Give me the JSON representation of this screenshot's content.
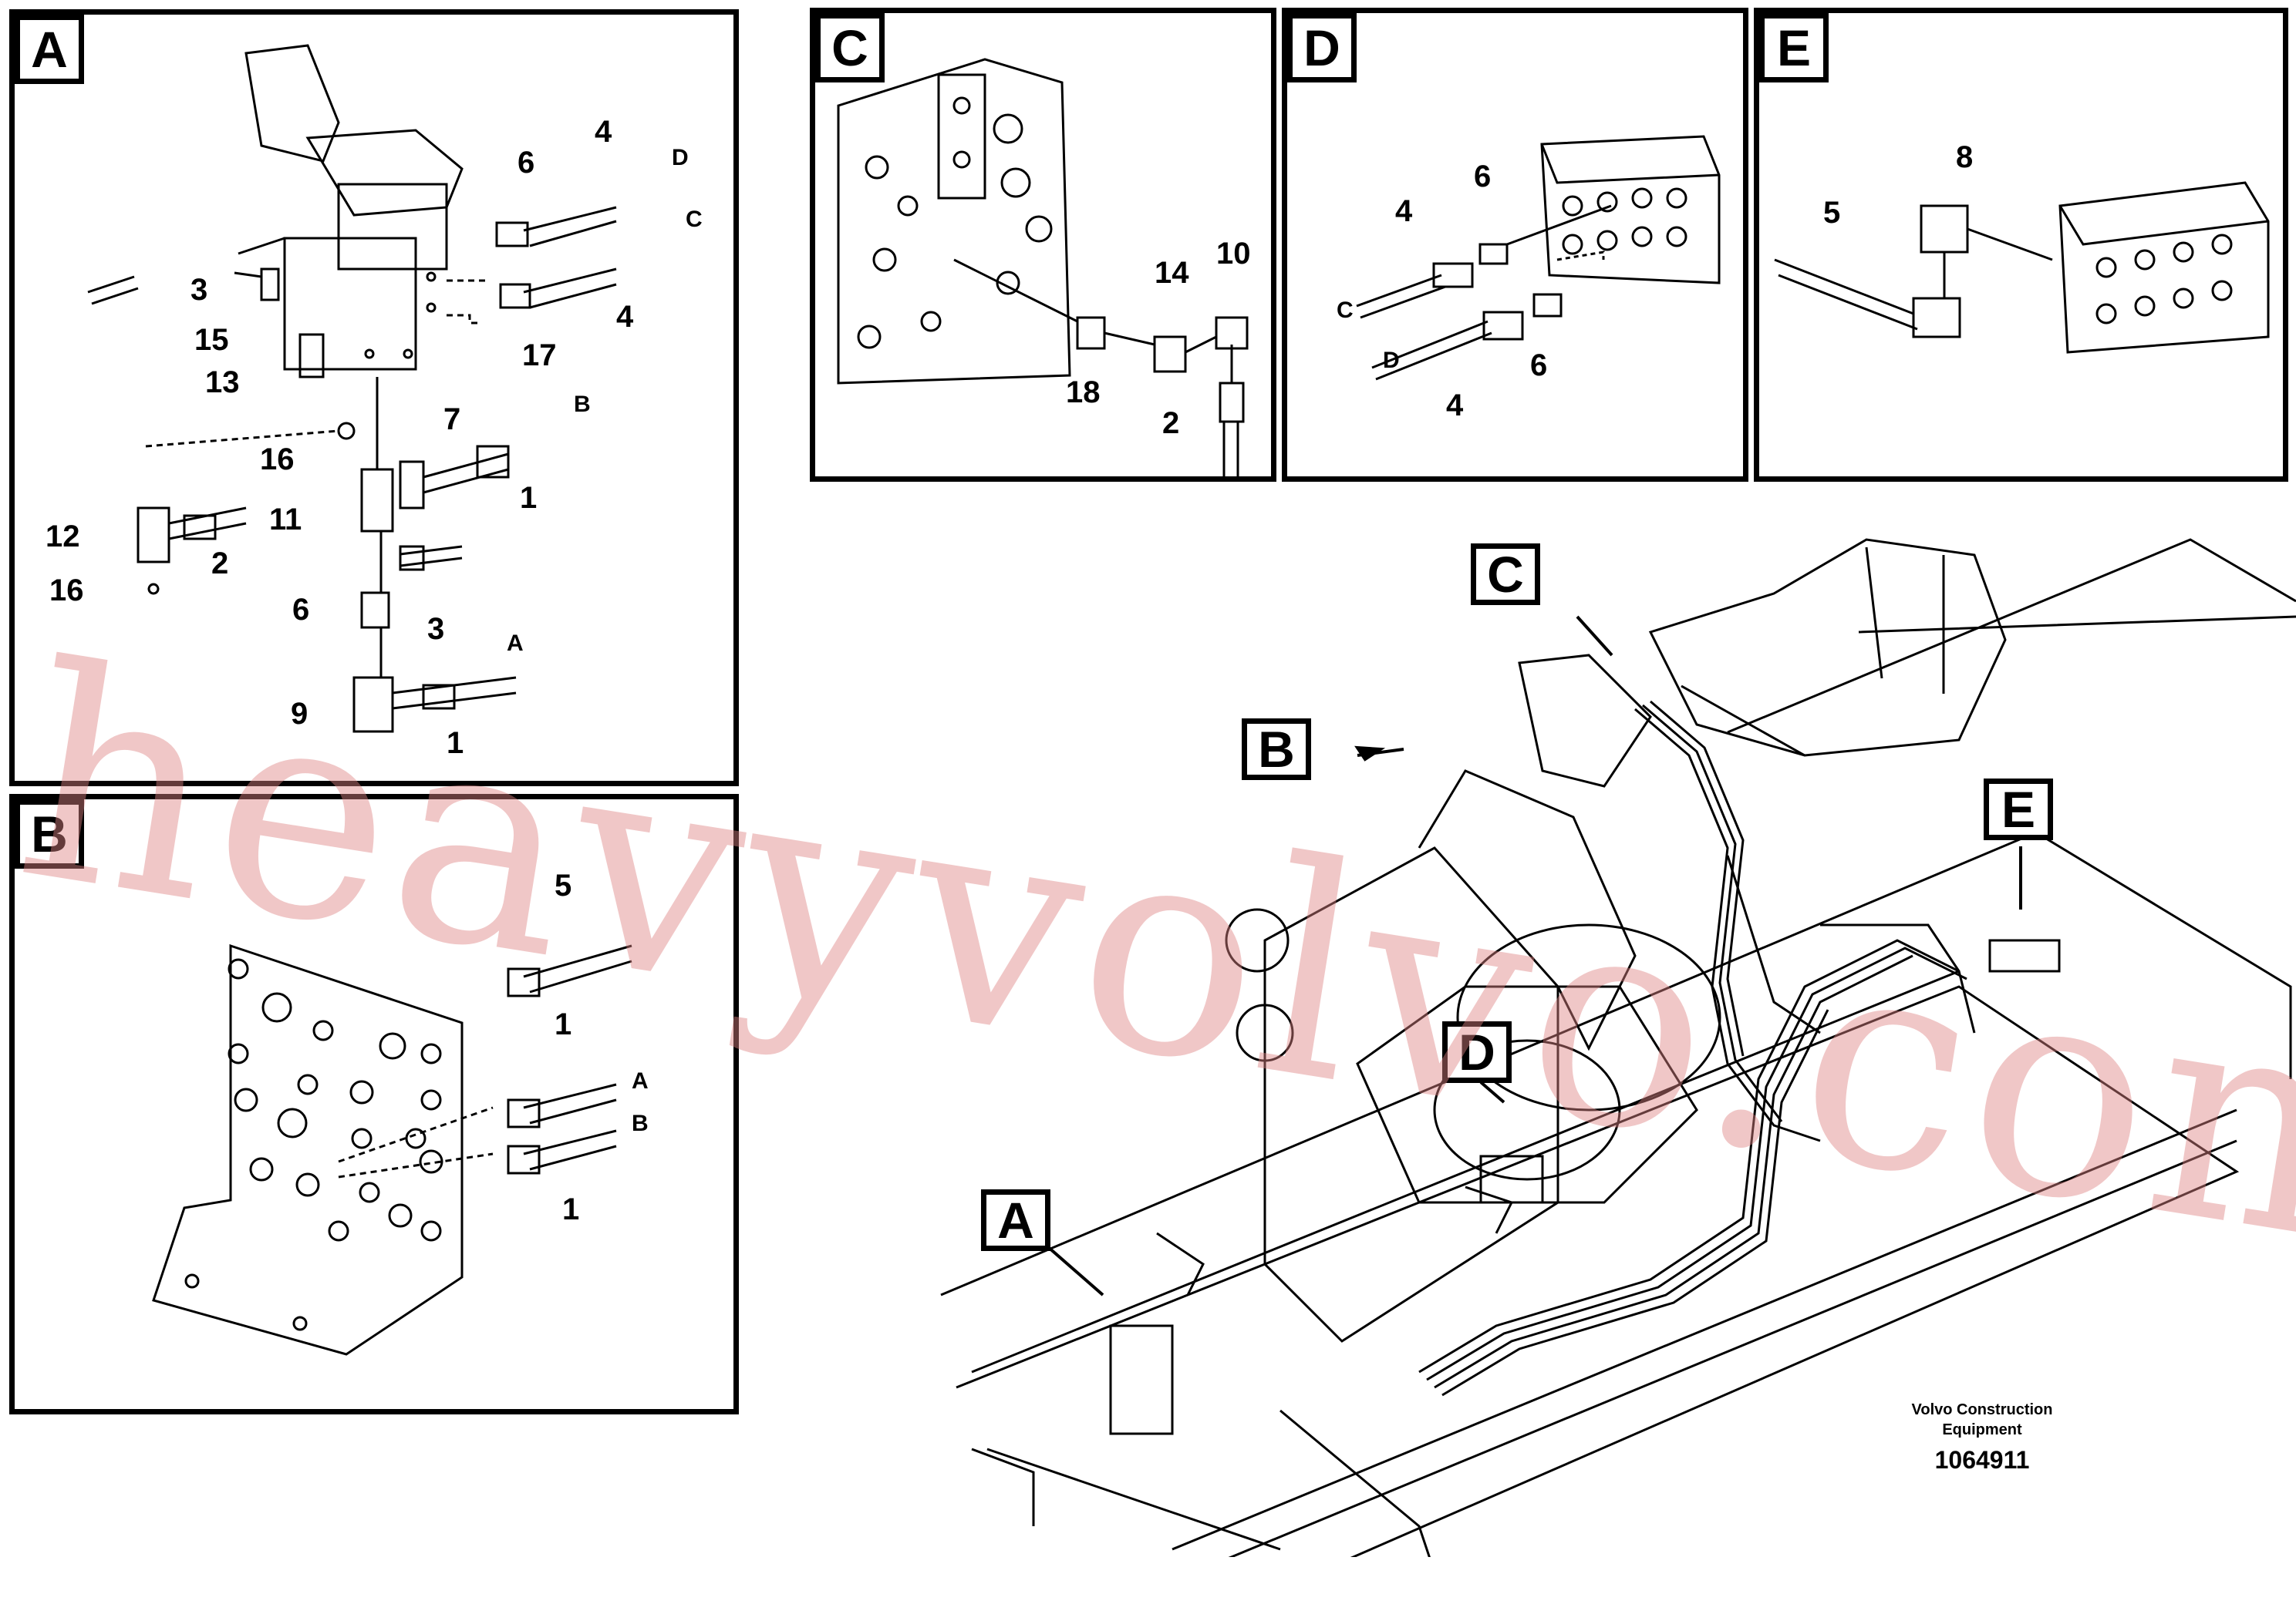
{
  "panels": {
    "a": {
      "label": "A"
    },
    "b": {
      "label": "B"
    },
    "c": {
      "label": "C"
    },
    "d": {
      "label": "D"
    },
    "e": {
      "label": "E"
    }
  },
  "callouts": {
    "a": {
      "items": [
        "4",
        "D",
        "6",
        "C",
        "3",
        "4",
        "17",
        "15",
        "13",
        "7",
        "B",
        "16",
        "1",
        "11",
        "12",
        "2",
        "16",
        "6",
        "3",
        "A",
        "9",
        "1"
      ]
    },
    "b": {
      "items": [
        "5",
        "1",
        "A",
        "B",
        "1"
      ]
    },
    "c": {
      "items": [
        "10",
        "14",
        "18",
        "2"
      ]
    },
    "d": {
      "items": [
        "4",
        "6",
        "C",
        "D",
        "4",
        "6"
      ]
    },
    "e": {
      "items": [
        "8",
        "5"
      ]
    }
  },
  "overview_tags": {
    "a": "A",
    "b": "B",
    "c": "C",
    "d": "D",
    "e": "E"
  },
  "caption": {
    "company_line1": "Volvo Construction",
    "company_line2": "Equipment",
    "drawing_number": "1064911"
  },
  "watermark": "heavyvolvo.com"
}
